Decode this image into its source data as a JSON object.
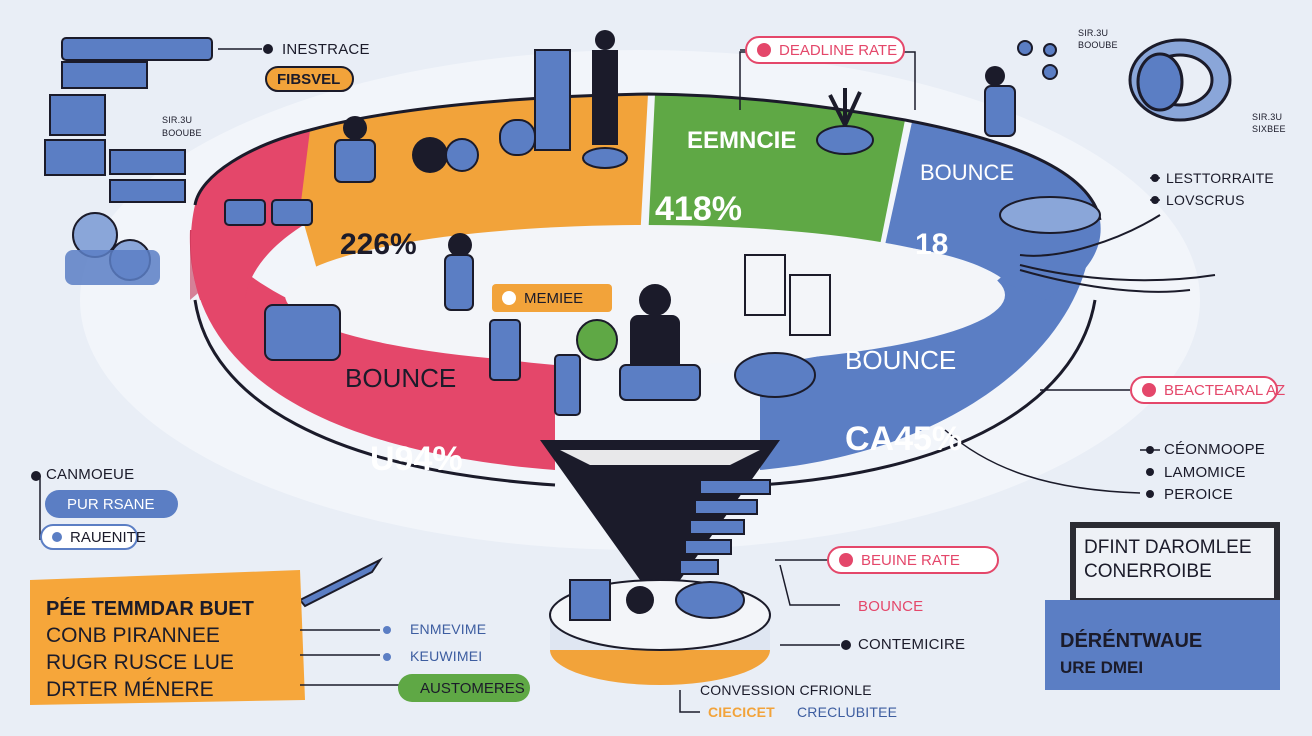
{
  "colors": {
    "background": "#e9eef6",
    "pink": "#e4476a",
    "orange": "#f2a33a",
    "green": "#5fa845",
    "blue": "#5b7ec4",
    "dark": "#1b1b2a"
  },
  "top_left": {
    "label1": "INESTRACE",
    "pill1": "FIBSVEL",
    "tiny1": "SIR.3U",
    "tiny2": "BOOUBE"
  },
  "ring": {
    "seg_orange_value": "226%",
    "seg_green_title": "EEMNCIE",
    "seg_green_value": "418%",
    "seg_blue_title": "BOUNCE",
    "seg_blue_value": "18",
    "left_front_title": "BOUNCE",
    "left_front_value": "U94%",
    "right_front_title": "BOUNCE",
    "right_front_value": "CA45%",
    "center_pill": "MEMIEE"
  },
  "top_center": {
    "pill": "DEADLINE RATE"
  },
  "top_right": {
    "tiny1": "SIR.3U",
    "tiny2": "BOOUBE",
    "tiny3": "SIR.3U",
    "tiny4": "SIXBEE",
    "label1": "LESTTORRAITE",
    "label2": "LOVSCRUS"
  },
  "right_side": {
    "pill": "BEACTEARAL AZ",
    "items": [
      "CÉONMOOPE",
      "LAMOMICE",
      "PEROICE"
    ]
  },
  "left_side": {
    "label": "CANMOEUE",
    "pill1": "PUR RSANE",
    "pill2": "RAUENITE"
  },
  "bottom_left": {
    "lines": [
      "PÉE TEMMDAR BUET",
      "CONB PIRANNEE",
      "RUGR RUSCE LUE",
      "DRTER MÉNERE"
    ],
    "items": [
      "ENMEVIME",
      "KEUWIMEI",
      "AUSTOMERES"
    ]
  },
  "bottom_center": {
    "pill1": "BEUINE RATE",
    "label1": "BOUNCE",
    "label2": "CONTEMICIRE",
    "caption1": "CONVESSION CFRIONLE",
    "caption2_a": "CIECICET",
    "caption2_b": "CRECLUBITEE"
  },
  "bottom_right": {
    "card1_line1": "DFINT DAROMLEE",
    "card1_line2": "CONERROIBE",
    "card2_line1": "DÉRÉNTWAUE",
    "card2_line2": "URE DMEI"
  }
}
